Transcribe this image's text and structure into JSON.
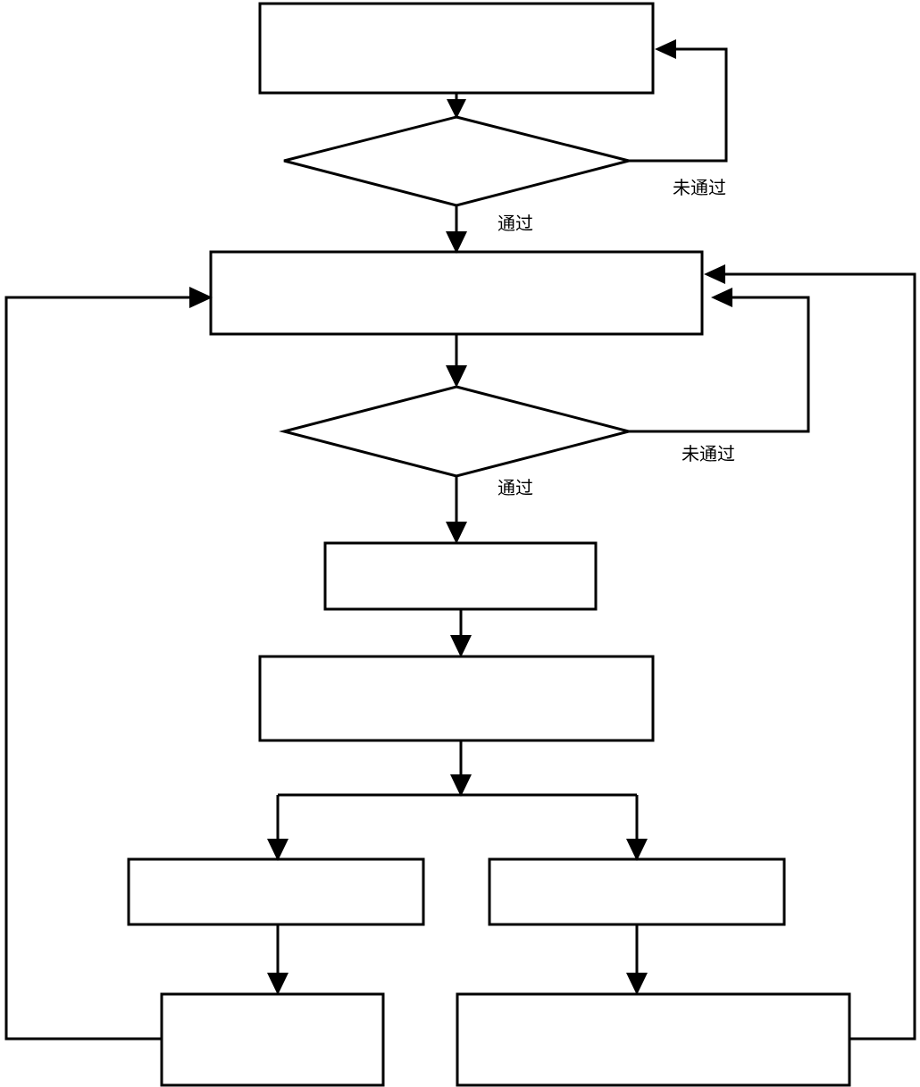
{
  "diagram": {
    "labels": {
      "check1_fail": "未通过",
      "check1_pass": "通过",
      "check2_fail": "未通过",
      "check2_pass": "通过"
    }
  }
}
